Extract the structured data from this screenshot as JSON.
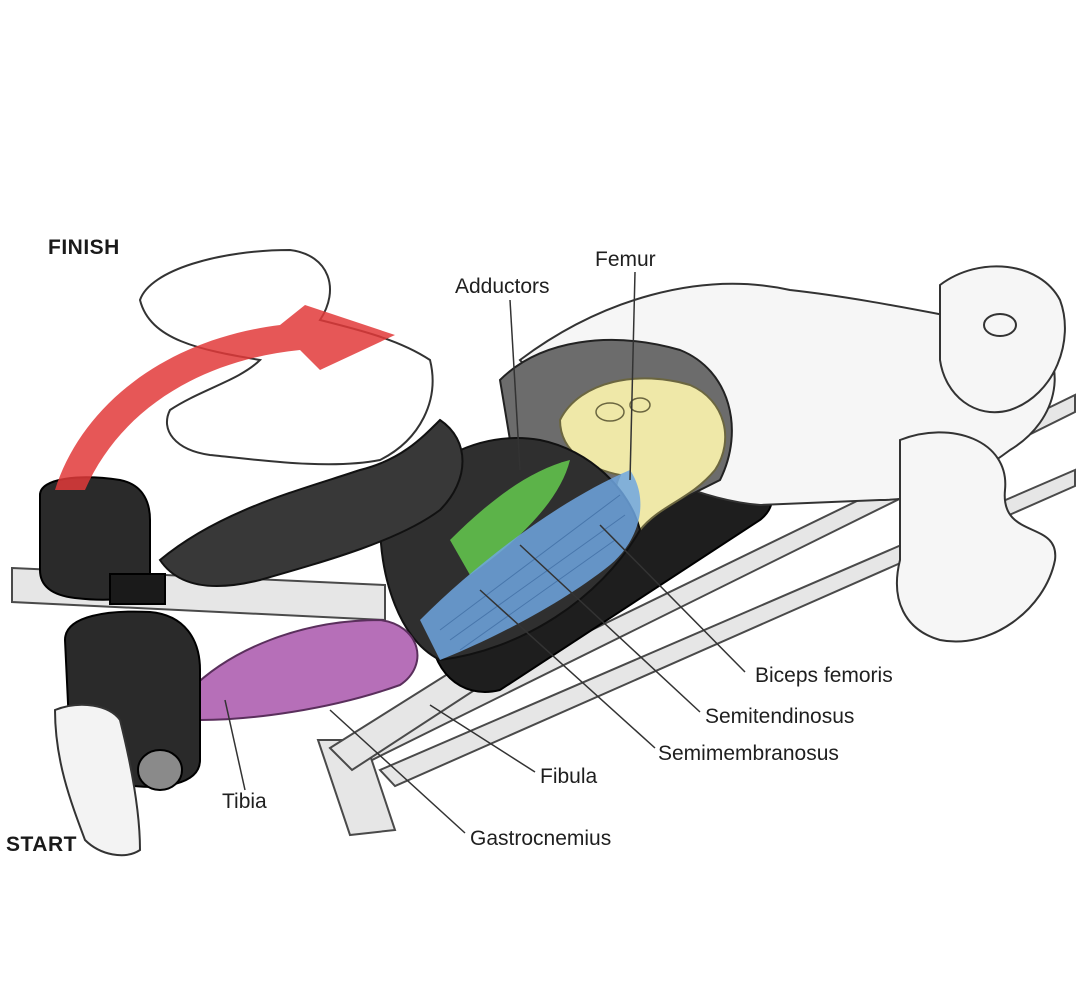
{
  "phases": {
    "finish": "FINISH",
    "start": "START"
  },
  "labels": {
    "adductors": "Adductors",
    "femur": "Femur",
    "biceps_femoris": "Biceps femoris",
    "semitendinosus": "Semitendinosus",
    "semimembranosus": "Semimembranosus",
    "fibula": "Fibula",
    "gastrocnemius": "Gastrocnemius",
    "tibia": "Tibia"
  },
  "colors": {
    "arrow": "#e23a3a",
    "adductors_green": "#62c24c",
    "hamstrings_blue": "#6ea6e0",
    "calf_purple": "#b66fb8",
    "pelvis_bone": "#efe8a8",
    "muscle_dark": "#3a3a3a",
    "machine_grey": "#bdbdbd"
  },
  "icons": {
    "motion": "curved-arrow-icon"
  }
}
